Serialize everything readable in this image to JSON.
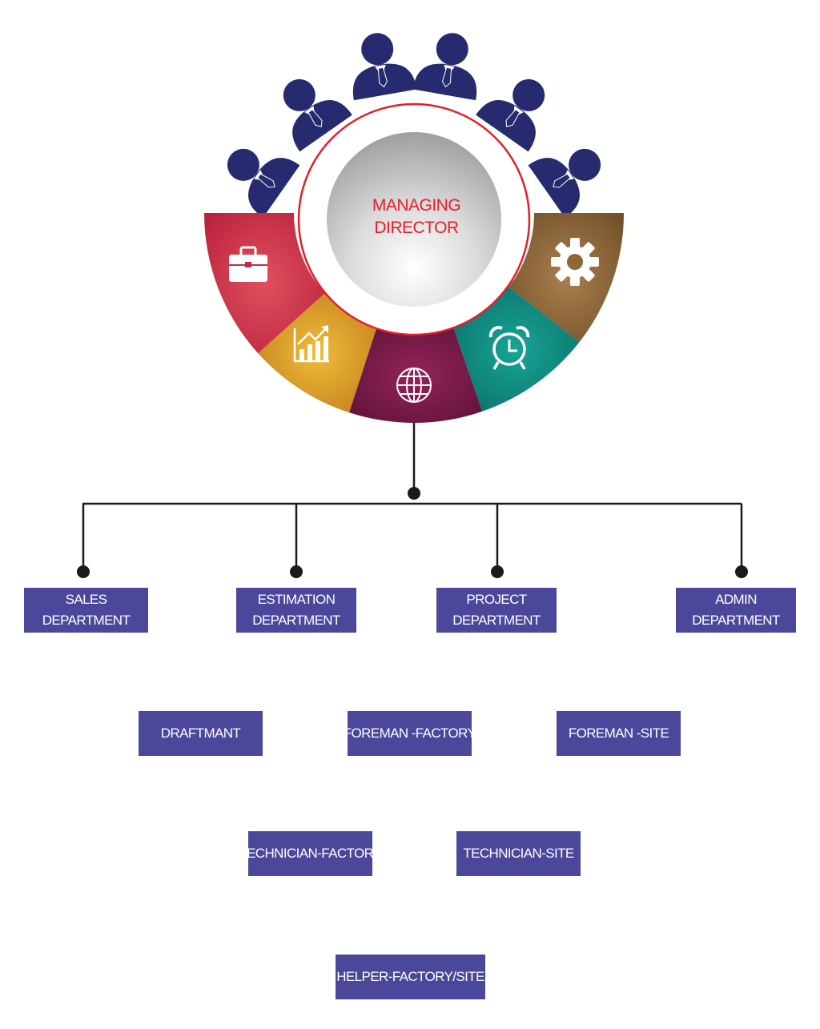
{
  "top_node": {
    "line1": "MANAGING",
    "line2": "DIRECTOR"
  },
  "ring_segments": [
    {
      "icon": "briefcase-icon",
      "color": "#c62b44"
    },
    {
      "icon": "growth-chart-icon",
      "color": "#d49a25"
    },
    {
      "icon": "globe-icon",
      "color": "#7a1848"
    },
    {
      "icon": "alarm-clock-icon",
      "color": "#0f8a80"
    },
    {
      "icon": "gear-icon",
      "color": "#8e6738"
    }
  ],
  "people_icon": "businessman-icon",
  "departments": [
    {
      "line1": "SALES",
      "line2": "DEPARTMENT"
    },
    {
      "line1": "ESTIMATION",
      "line2": "DEPARTMENT"
    },
    {
      "line1": "PROJECT",
      "line2": "DEPARTMENT"
    },
    {
      "line1": "ADMIN",
      "line2": "DEPARTMENT"
    }
  ],
  "roles_level2": [
    "DRAFTMANT",
    "FOREMAN -FACTORY",
    "FOREMAN -SITE"
  ],
  "roles_level3": [
    "TECHNICIAN-FACTORY",
    "TECHNICIAN-SITE"
  ],
  "roles_level4": [
    "HELPER-FACTORY/SITE"
  ],
  "colors": {
    "node_fill": "#4b479a",
    "node_text": "#ffffff",
    "director_text": "#e3202a",
    "people": "#262a6e",
    "connector": "#1a1a1a"
  }
}
